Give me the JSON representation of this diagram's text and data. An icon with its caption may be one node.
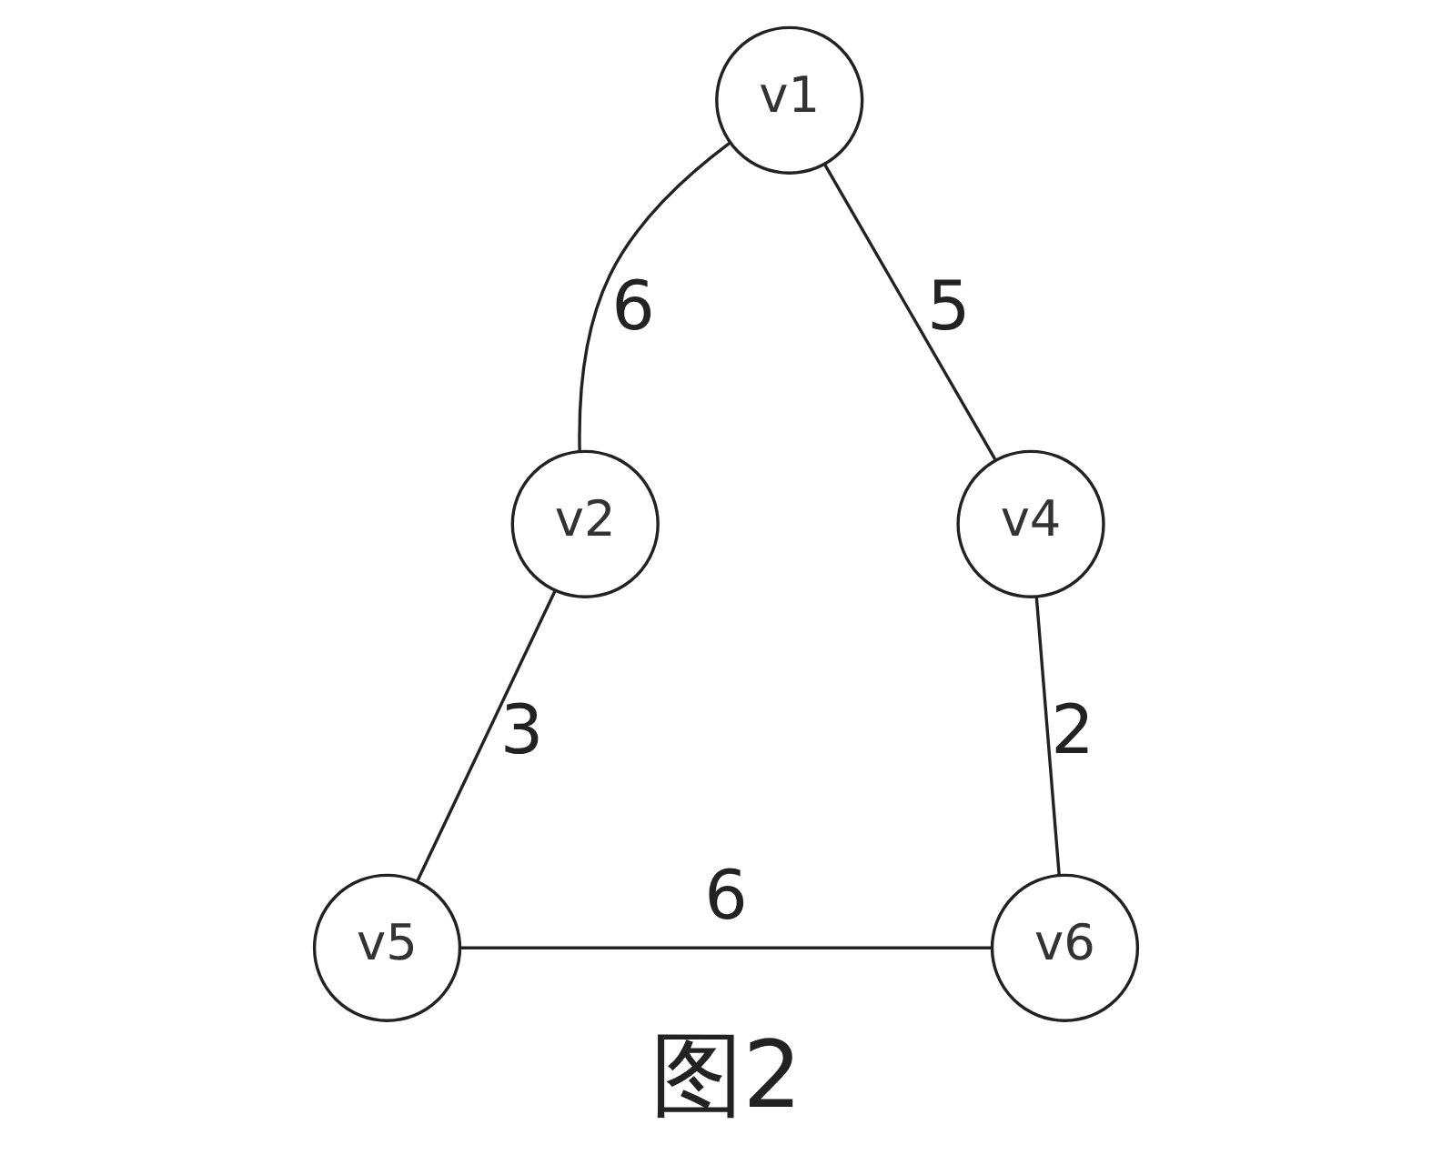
{
  "diagram": {
    "caption": "图2",
    "nodes": [
      {
        "text": [
          "v1"
        ]
      },
      {
        "text": [
          "v2"
        ]
      },
      {
        "text": [
          "v4"
        ]
      },
      {
        "text": [
          "v5"
        ]
      },
      {
        "text": [
          "v6"
        ]
      }
    ],
    "edges": [
      {
        "from": 0,
        "to": 1,
        "arrow": "none",
        "label": "6"
      },
      {
        "from": 0,
        "to": 2,
        "arrow": "none",
        "label": "5"
      },
      {
        "from": 1,
        "to": 3,
        "arrow": "none",
        "label": "3"
      },
      {
        "from": 2,
        "to": 4,
        "arrow": "none",
        "label": "2"
      },
      {
        "from": 3,
        "to": 4,
        "arrow": "none",
        "label": "6"
      }
    ]
  }
}
